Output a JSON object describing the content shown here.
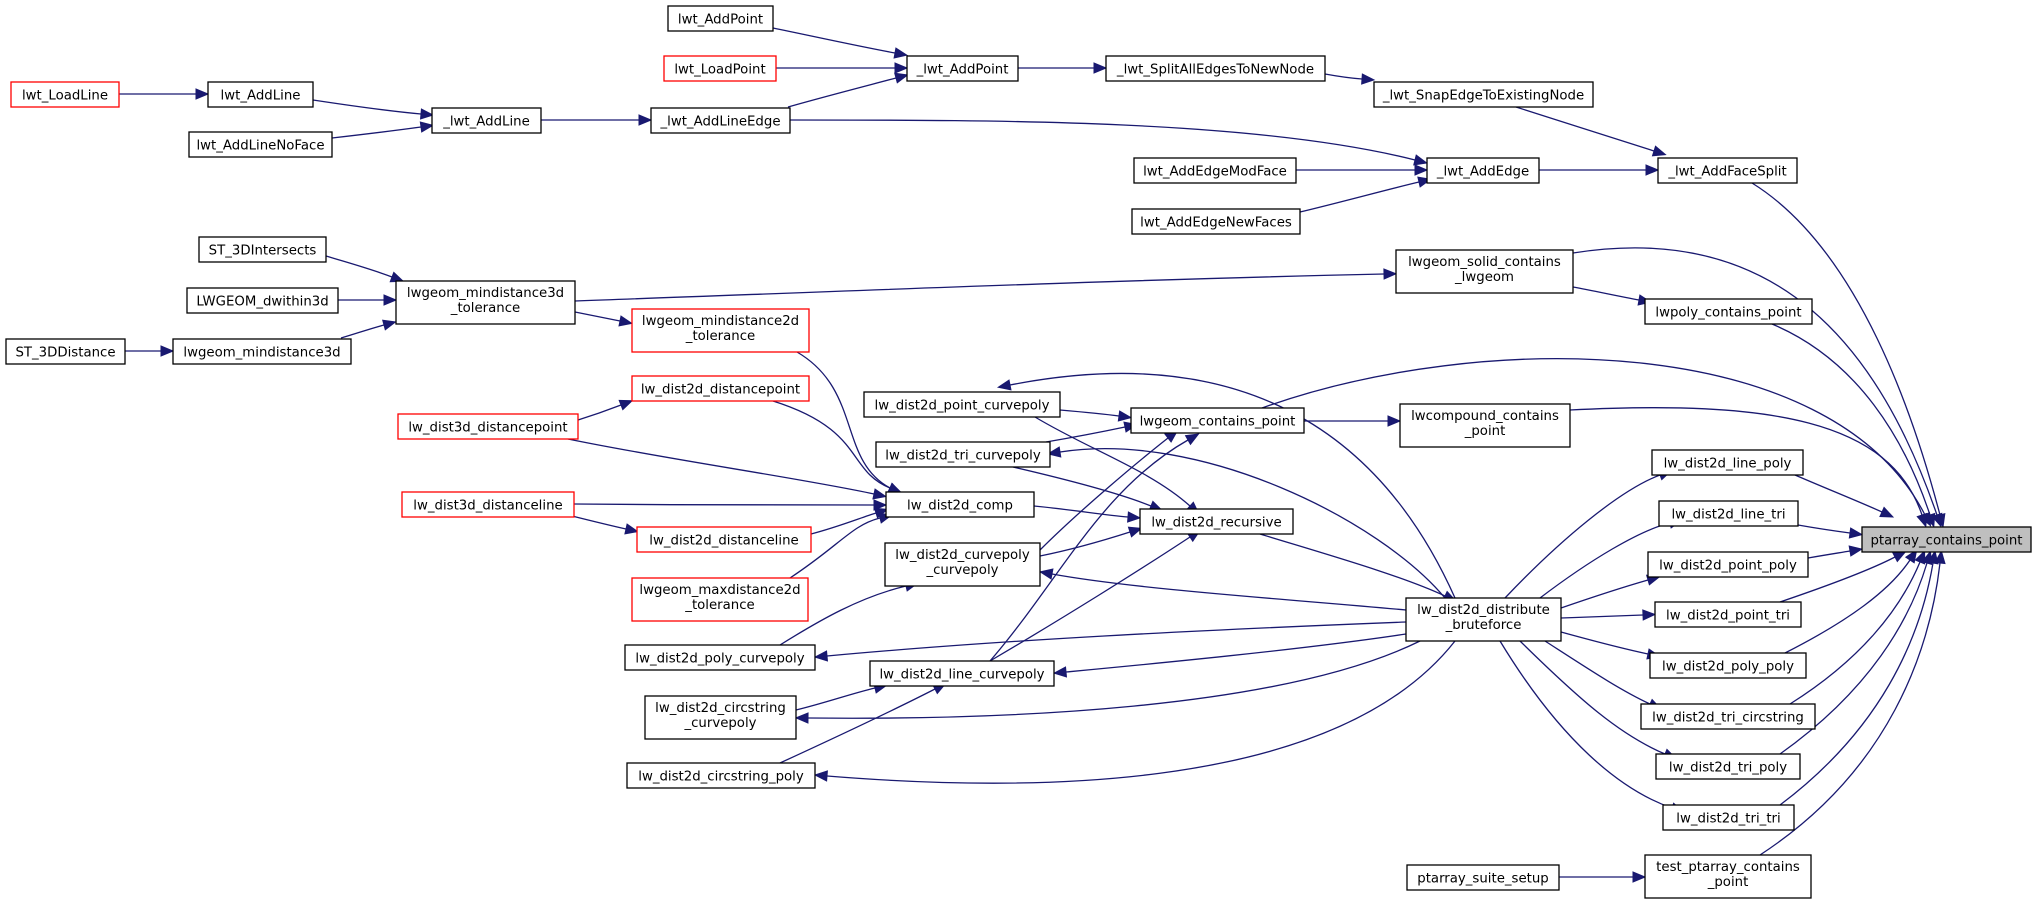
{
  "graph": {
    "edge_color": "#191970",
    "colors": {
      "normal_border": "#000000",
      "link_border": "#ff0000",
      "focus_fill": "#bfbfbf",
      "fill": "#ffffff"
    },
    "nodes": [
      {
        "id": "ptarray_contains_point",
        "lines": [
          "ptarray_contains_point"
        ],
        "style": "focus"
      },
      {
        "id": "_lwt_AddFaceSplit",
        "lines": [
          "_lwt_AddFaceSplit"
        ],
        "style": "normal"
      },
      {
        "id": "_lwt_SnapEdgeToExistingNode",
        "lines": [
          "_lwt_SnapEdgeToExistingNode"
        ],
        "style": "normal"
      },
      {
        "id": "_lwt_SplitAllEdgesToNewNode",
        "lines": [
          "_lwt_SplitAllEdgesToNewNode"
        ],
        "style": "normal"
      },
      {
        "id": "_lwt_AddPoint",
        "lines": [
          "_lwt_AddPoint"
        ],
        "style": "normal"
      },
      {
        "id": "lwt_AddPoint",
        "lines": [
          "lwt_AddPoint"
        ],
        "style": "normal"
      },
      {
        "id": "lwt_LoadPoint",
        "lines": [
          "lwt_LoadPoint"
        ],
        "style": "link"
      },
      {
        "id": "_lwt_AddLineEdge",
        "lines": [
          "_lwt_AddLineEdge"
        ],
        "style": "normal"
      },
      {
        "id": "_lwt_AddLine",
        "lines": [
          "_lwt_AddLine"
        ],
        "style": "normal"
      },
      {
        "id": "lwt_AddLine",
        "lines": [
          "lwt_AddLine"
        ],
        "style": "normal"
      },
      {
        "id": "lwt_LoadLine",
        "lines": [
          "lwt_LoadLine"
        ],
        "style": "link"
      },
      {
        "id": "lwt_AddLineNoFace",
        "lines": [
          "lwt_AddLineNoFace"
        ],
        "style": "normal"
      },
      {
        "id": "_lwt_AddEdge",
        "lines": [
          "_lwt_AddEdge"
        ],
        "style": "normal"
      },
      {
        "id": "lwt_AddEdgeModFace",
        "lines": [
          "lwt_AddEdgeModFace"
        ],
        "style": "normal"
      },
      {
        "id": "lwt_AddEdgeNewFaces",
        "lines": [
          "lwt_AddEdgeNewFaces"
        ],
        "style": "normal"
      },
      {
        "id": "lwgeom_solid_contains_lwgeom",
        "lines": [
          "lwgeom_solid_contains",
          "_lwgeom"
        ],
        "style": "normal"
      },
      {
        "id": "lwgeom_mindistance3d_tolerance",
        "lines": [
          "lwgeom_mindistance3d",
          "_tolerance"
        ],
        "style": "normal"
      },
      {
        "id": "ST_3DIntersects",
        "lines": [
          "ST_3DIntersects"
        ],
        "style": "normal"
      },
      {
        "id": "LWGEOM_dwithin3d",
        "lines": [
          "LWGEOM_dwithin3d"
        ],
        "style": "normal"
      },
      {
        "id": "lwgeom_mindistance3d",
        "lines": [
          "lwgeom_mindistance3d"
        ],
        "style": "normal"
      },
      {
        "id": "ST_3DDistance",
        "lines": [
          "ST_3DDistance"
        ],
        "style": "normal"
      },
      {
        "id": "lwpoly_contains_point",
        "lines": [
          "lwpoly_contains_point"
        ],
        "style": "normal"
      },
      {
        "id": "lwgeom_contains_point",
        "lines": [
          "lwgeom_contains_point"
        ],
        "style": "normal"
      },
      {
        "id": "lwcompound_contains_point",
        "lines": [
          "lwcompound_contains",
          "_point"
        ],
        "style": "normal"
      },
      {
        "id": "lw_dist2d_point_curvepoly",
        "lines": [
          "lw_dist2d_point_curvepoly"
        ],
        "style": "normal"
      },
      {
        "id": "lw_dist2d_tri_curvepoly",
        "lines": [
          "lw_dist2d_tri_curvepoly"
        ],
        "style": "normal"
      },
      {
        "id": "lw_dist2d_curvepoly_curvepoly",
        "lines": [
          "lw_dist2d_curvepoly",
          "_curvepoly"
        ],
        "style": "normal"
      },
      {
        "id": "lw_dist2d_line_curvepoly",
        "lines": [
          "lw_dist2d_line_curvepoly"
        ],
        "style": "normal"
      },
      {
        "id": "lw_dist2d_recursive",
        "lines": [
          "lw_dist2d_recursive"
        ],
        "style": "normal"
      },
      {
        "id": "lw_dist2d_comp",
        "lines": [
          "lw_dist2d_comp"
        ],
        "style": "normal"
      },
      {
        "id": "lwgeom_mindistance2d_tolerance",
        "lines": [
          "lwgeom_mindistance2d",
          "_tolerance"
        ],
        "style": "link"
      },
      {
        "id": "lw_dist2d_distancepoint",
        "lines": [
          "lw_dist2d_distancepoint"
        ],
        "style": "link"
      },
      {
        "id": "lw_dist3d_distancepoint",
        "lines": [
          "lw_dist3d_distancepoint"
        ],
        "style": "link"
      },
      {
        "id": "lw_dist3d_distanceline",
        "lines": [
          "lw_dist3d_distanceline"
        ],
        "style": "link"
      },
      {
        "id": "lw_dist2d_distanceline",
        "lines": [
          "lw_dist2d_distanceline"
        ],
        "style": "link"
      },
      {
        "id": "lwgeom_maxdistance2d_tolerance",
        "lines": [
          "lwgeom_maxdistance2d",
          "_tolerance"
        ],
        "style": "link"
      },
      {
        "id": "lw_dist2d_distribute_bruteforce",
        "lines": [
          "lw_dist2d_distribute",
          "_bruteforce"
        ],
        "style": "normal"
      },
      {
        "id": "lw_dist2d_poly_curvepoly",
        "lines": [
          "lw_dist2d_poly_curvepoly"
        ],
        "style": "normal"
      },
      {
        "id": "lw_dist2d_circstring_curvepoly",
        "lines": [
          "lw_dist2d_circstring",
          "_curvepoly"
        ],
        "style": "normal"
      },
      {
        "id": "lw_dist2d_circstring_poly",
        "lines": [
          "lw_dist2d_circstring_poly"
        ],
        "style": "normal"
      },
      {
        "id": "lw_dist2d_line_poly",
        "lines": [
          "lw_dist2d_line_poly"
        ],
        "style": "normal"
      },
      {
        "id": "lw_dist2d_line_tri",
        "lines": [
          "lw_dist2d_line_tri"
        ],
        "style": "normal"
      },
      {
        "id": "lw_dist2d_point_poly",
        "lines": [
          "lw_dist2d_point_poly"
        ],
        "style": "normal"
      },
      {
        "id": "lw_dist2d_point_tri",
        "lines": [
          "lw_dist2d_point_tri"
        ],
        "style": "normal"
      },
      {
        "id": "lw_dist2d_poly_poly",
        "lines": [
          "lw_dist2d_poly_poly"
        ],
        "style": "normal"
      },
      {
        "id": "lw_dist2d_tri_circstring",
        "lines": [
          "lw_dist2d_tri_circstring"
        ],
        "style": "normal"
      },
      {
        "id": "lw_dist2d_tri_poly",
        "lines": [
          "lw_dist2d_tri_poly"
        ],
        "style": "normal"
      },
      {
        "id": "lw_dist2d_tri_tri",
        "lines": [
          "lw_dist2d_tri_tri"
        ],
        "style": "normal"
      },
      {
        "id": "test_ptarray_contains_point",
        "lines": [
          "test_ptarray_contains",
          "_point"
        ],
        "style": "normal"
      },
      {
        "id": "ptarray_suite_setup",
        "lines": [
          "ptarray_suite_setup"
        ],
        "style": "normal"
      }
    ],
    "edges": [
      {
        "from": "lwt_AddPoint",
        "to": "_lwt_AddPoint"
      },
      {
        "from": "lwt_LoadPoint",
        "to": "_lwt_AddPoint"
      },
      {
        "from": "_lwt_AddLineEdge",
        "to": "_lwt_AddPoint"
      },
      {
        "from": "_lwt_AddPoint",
        "to": "_lwt_SplitAllEdgesToNewNode"
      },
      {
        "from": "_lwt_SplitAllEdgesToNewNode",
        "to": "_lwt_SnapEdgeToExistingNode"
      },
      {
        "from": "_lwt_SnapEdgeToExistingNode",
        "to": "_lwt_AddFaceSplit"
      },
      {
        "from": "lwt_LoadLine",
        "to": "lwt_AddLine"
      },
      {
        "from": "lwt_AddLine",
        "to": "_lwt_AddLine"
      },
      {
        "from": "lwt_AddLineNoFace",
        "to": "_lwt_AddLine"
      },
      {
        "from": "_lwt_AddLine",
        "to": "_lwt_AddLineEdge"
      },
      {
        "from": "_lwt_AddLineEdge",
        "to": "_lwt_AddEdge"
      },
      {
        "from": "lwt_AddEdgeModFace",
        "to": "_lwt_AddEdge"
      },
      {
        "from": "lwt_AddEdgeNewFaces",
        "to": "_lwt_AddEdge"
      },
      {
        "from": "_lwt_AddEdge",
        "to": "_lwt_AddFaceSplit"
      },
      {
        "from": "_lwt_AddFaceSplit",
        "to": "ptarray_contains_point"
      },
      {
        "from": "ST_3DIntersects",
        "to": "lwgeom_mindistance3d_tolerance"
      },
      {
        "from": "LWGEOM_dwithin3d",
        "to": "lwgeom_mindistance3d_tolerance"
      },
      {
        "from": "ST_3DDistance",
        "to": "lwgeom_mindistance3d"
      },
      {
        "from": "lwgeom_mindistance3d",
        "to": "lwgeom_mindistance3d_tolerance"
      },
      {
        "from": "lwgeom_mindistance3d_tolerance",
        "to": "lwgeom_solid_contains_lwgeom"
      },
      {
        "from": "lwgeom_mindistance3d_tolerance",
        "to": "lwgeom_mindistance2d_tolerance"
      },
      {
        "from": "lwgeom_solid_contains_lwgeom",
        "to": "ptarray_contains_point"
      },
      {
        "from": "lwgeom_solid_contains_lwgeom",
        "to": "lwpoly_contains_point"
      },
      {
        "from": "lwpoly_contains_point",
        "to": "ptarray_contains_point"
      },
      {
        "from": "lwgeom_contains_point",
        "to": "ptarray_contains_point"
      },
      {
        "from": "lwgeom_contains_point",
        "to": "lwcompound_contains_point"
      },
      {
        "from": "lwcompound_contains_point",
        "to": "ptarray_contains_point"
      },
      {
        "from": "lw_dist2d_point_curvepoly",
        "to": "lwgeom_contains_point"
      },
      {
        "from": "lw_dist2d_tri_curvepoly",
        "to": "lwgeom_contains_point"
      },
      {
        "from": "lw_dist2d_curvepoly_curvepoly",
        "to": "lwgeom_contains_point"
      },
      {
        "from": "lw_dist2d_line_curvepoly",
        "to": "lwgeom_contains_point"
      },
      {
        "from": "lwgeom_mindistance2d_tolerance",
        "to": "lw_dist2d_comp"
      },
      {
        "from": "lw_dist2d_distancepoint",
        "to": "lw_dist2d_comp"
      },
      {
        "from": "lw_dist3d_distancepoint",
        "to": "lw_dist2d_distancepoint"
      },
      {
        "from": "lw_dist3d_distancepoint",
        "to": "lw_dist2d_comp"
      },
      {
        "from": "lw_dist3d_distanceline",
        "to": "lw_dist2d_comp"
      },
      {
        "from": "lw_dist3d_distanceline",
        "to": "lw_dist2d_distanceline"
      },
      {
        "from": "lw_dist2d_distanceline",
        "to": "lw_dist2d_comp"
      },
      {
        "from": "lwgeom_maxdistance2d_tolerance",
        "to": "lw_dist2d_comp"
      },
      {
        "from": "lw_dist2d_comp",
        "to": "lw_dist2d_recursive"
      },
      {
        "from": "lw_dist2d_point_curvepoly",
        "to": "lw_dist2d_recursive"
      },
      {
        "from": "lw_dist2d_tri_curvepoly",
        "to": "lw_dist2d_recursive"
      },
      {
        "from": "lw_dist2d_curvepoly_curvepoly",
        "to": "lw_dist2d_recursive"
      },
      {
        "from": "lw_dist2d_line_curvepoly",
        "to": "lw_dist2d_recursive"
      },
      {
        "from": "lw_dist2d_poly_curvepoly",
        "to": "lw_dist2d_curvepoly_curvepoly"
      },
      {
        "from": "lw_dist2d_circstring_curvepoly",
        "to": "lw_dist2d_line_curvepoly"
      },
      {
        "from": "lw_dist2d_circstring_poly",
        "to": "lw_dist2d_line_curvepoly"
      },
      {
        "from": "lw_dist2d_recursive",
        "to": "lw_dist2d_distribute_bruteforce"
      },
      {
        "from": "lw_dist2d_distribute_bruteforce",
        "to": "lw_dist2d_point_curvepoly"
      },
      {
        "from": "lw_dist2d_distribute_bruteforce",
        "to": "lw_dist2d_tri_curvepoly"
      },
      {
        "from": "lw_dist2d_distribute_bruteforce",
        "to": "lw_dist2d_curvepoly_curvepoly"
      },
      {
        "from": "lw_dist2d_distribute_bruteforce",
        "to": "lw_dist2d_poly_curvepoly"
      },
      {
        "from": "lw_dist2d_distribute_bruteforce",
        "to": "lw_dist2d_line_curvepoly"
      },
      {
        "from": "lw_dist2d_distribute_bruteforce",
        "to": "lw_dist2d_circstring_curvepoly"
      },
      {
        "from": "lw_dist2d_distribute_bruteforce",
        "to": "lw_dist2d_circstring_poly"
      },
      {
        "from": "lw_dist2d_distribute_bruteforce",
        "to": "lw_dist2d_line_poly"
      },
      {
        "from": "lw_dist2d_distribute_bruteforce",
        "to": "lw_dist2d_line_tri"
      },
      {
        "from": "lw_dist2d_distribute_bruteforce",
        "to": "lw_dist2d_point_poly"
      },
      {
        "from": "lw_dist2d_distribute_bruteforce",
        "to": "lw_dist2d_point_tri"
      },
      {
        "from": "lw_dist2d_distribute_bruteforce",
        "to": "lw_dist2d_poly_poly"
      },
      {
        "from": "lw_dist2d_distribute_bruteforce",
        "to": "lw_dist2d_tri_circstring"
      },
      {
        "from": "lw_dist2d_distribute_bruteforce",
        "to": "lw_dist2d_tri_poly"
      },
      {
        "from": "lw_dist2d_distribute_bruteforce",
        "to": "lw_dist2d_tri_tri"
      },
      {
        "from": "lw_dist2d_line_poly",
        "to": "ptarray_contains_point"
      },
      {
        "from": "lw_dist2d_line_tri",
        "to": "ptarray_contains_point"
      },
      {
        "from": "lw_dist2d_point_poly",
        "to": "ptarray_contains_point"
      },
      {
        "from": "lw_dist2d_point_tri",
        "to": "ptarray_contains_point"
      },
      {
        "from": "lw_dist2d_poly_poly",
        "to": "ptarray_contains_point"
      },
      {
        "from": "lw_dist2d_tri_circstring",
        "to": "ptarray_contains_point"
      },
      {
        "from": "lw_dist2d_tri_poly",
        "to": "ptarray_contains_point"
      },
      {
        "from": "lw_dist2d_tri_tri",
        "to": "ptarray_contains_point"
      },
      {
        "from": "ptarray_suite_setup",
        "to": "test_ptarray_contains_point"
      },
      {
        "from": "test_ptarray_contains_point",
        "to": "ptarray_contains_point"
      }
    ]
  }
}
